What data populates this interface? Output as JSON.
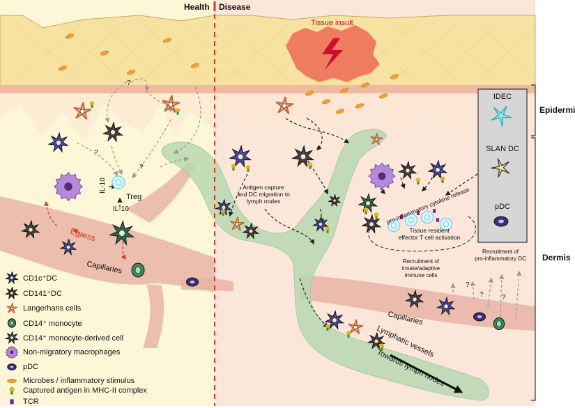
{
  "header": {
    "health": "Health",
    "disease": "Disease"
  },
  "labels": {
    "tissue_insult": "Tissue insult",
    "question": "?",
    "il10_left": "IL-10",
    "il10_bottom": "IL-10",
    "treg": "Treg",
    "egress": "Egress",
    "capillaries_left": "Capillaries",
    "capillaries_right": "Capillaries",
    "antigen_capture_1": "Antigen capture",
    "antigen_capture_2": "and DC migration to",
    "antigen_capture_3": "lymph nodes",
    "cytokine_release": "pro-inflammatory cytokine release",
    "tissue_resident_1": "Tissue resident",
    "tissue_resident_2": "effector T cell activation",
    "recruit_innate_1": "Recruitment of",
    "recruit_innate_2": "innate/adaptive",
    "recruit_innate_3": "immune cells",
    "recruit_dc_1": "Recruitment of",
    "recruit_dc_2": "pro-inflammatory DC",
    "lymphatic_vessels": "Lymphatic vessels",
    "towards_lymph_nodes": "Towards lymph nodes",
    "idec": "IDEC",
    "slan_dc": "SLAN DC",
    "pdc": "pDC",
    "epidermis": "Epidermis",
    "dermis": "Dermis"
  },
  "legend": [
    {
      "label": "CD1c⁺DC",
      "icon": "star-cell-blue"
    },
    {
      "label": "CD141⁺DC",
      "icon": "star-cell-dark"
    },
    {
      "label": "Langerhans cells",
      "icon": "langerhans-cell"
    },
    {
      "label": "CD14⁺ monocyte",
      "icon": "monocyte-cell"
    },
    {
      "label": "CD14⁺ monocyte-derived cell",
      "icon": "star-cell-green"
    },
    {
      "label": "Non-migratory macrophages",
      "icon": "macrophage-cell"
    },
    {
      "label": "pDC",
      "icon": "pdc-cell"
    },
    {
      "label": "Microbes / inflammatory stimulus",
      "icon": "microbe-icon"
    },
    {
      "label": "Captured antigen in MHC-II complex",
      "icon": "antigen-icon"
    },
    {
      "label": "TCR",
      "icon": "tcr-icon"
    }
  ],
  "colors": {
    "epidermis_top": "#f7e2a2",
    "epidermis_pink": "#f4c9b0",
    "health_bg": "#fdf7d8",
    "disease_bg": "#fbe3d6",
    "capillary": "#e7b4a6",
    "lymphatic": "#b9d9b2",
    "divider": "#d63a2a",
    "cd1c": "#4a4aa0",
    "cd141": "#4a4040",
    "langerhans": "#c56a3a",
    "monocyte": "#3d8a5a",
    "moderived": "#2d6a4a",
    "macrophage": "#b58ad8",
    "pdc": "#3b2f78",
    "microbe": "#f0a030",
    "antigen": "#e8b020",
    "tcr": "#7a2a8a",
    "treg": "#7fd4e8",
    "idec": "#3ab0c0",
    "slan": "#b0a830",
    "insult": "#ee6a55"
  }
}
